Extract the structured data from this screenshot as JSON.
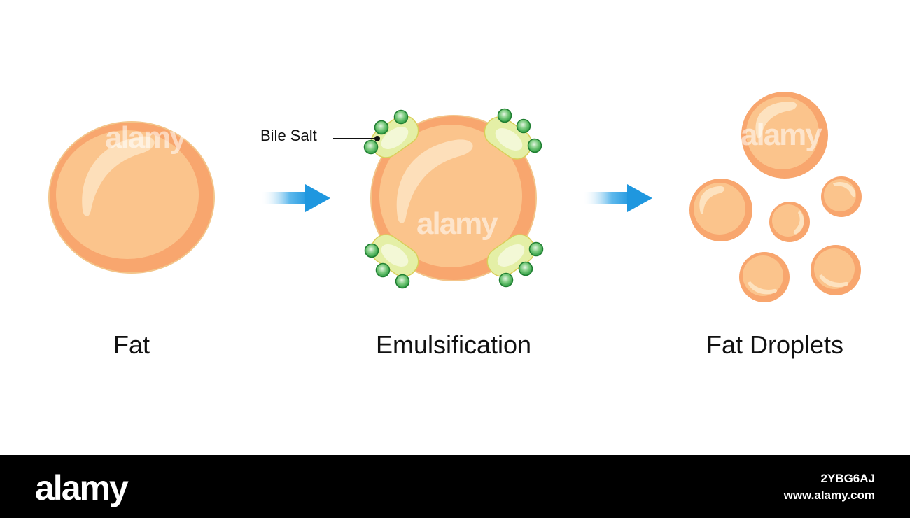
{
  "captions": {
    "fat": "Fat",
    "emulsification": "Emulsification",
    "fat_droplets": "Fat Droplets"
  },
  "labels": {
    "bile_salt": "Bile Salt"
  },
  "watermark": {
    "text": "alamy"
  },
  "footer": {
    "logo": "alamy",
    "image_code": "2YBG6AJ",
    "url": "www.alamy.com"
  },
  "colors": {
    "fat_outer": "#f8a66e",
    "fat_inner": "#fbc48c",
    "bile_body": "#e4efa6",
    "bile_head": "#3aa84a",
    "arrow": "#1f97df",
    "footer_bg": "#000000"
  },
  "icons": {
    "arrow_1": "arrow-right-icon",
    "arrow_2": "arrow-right-icon"
  }
}
